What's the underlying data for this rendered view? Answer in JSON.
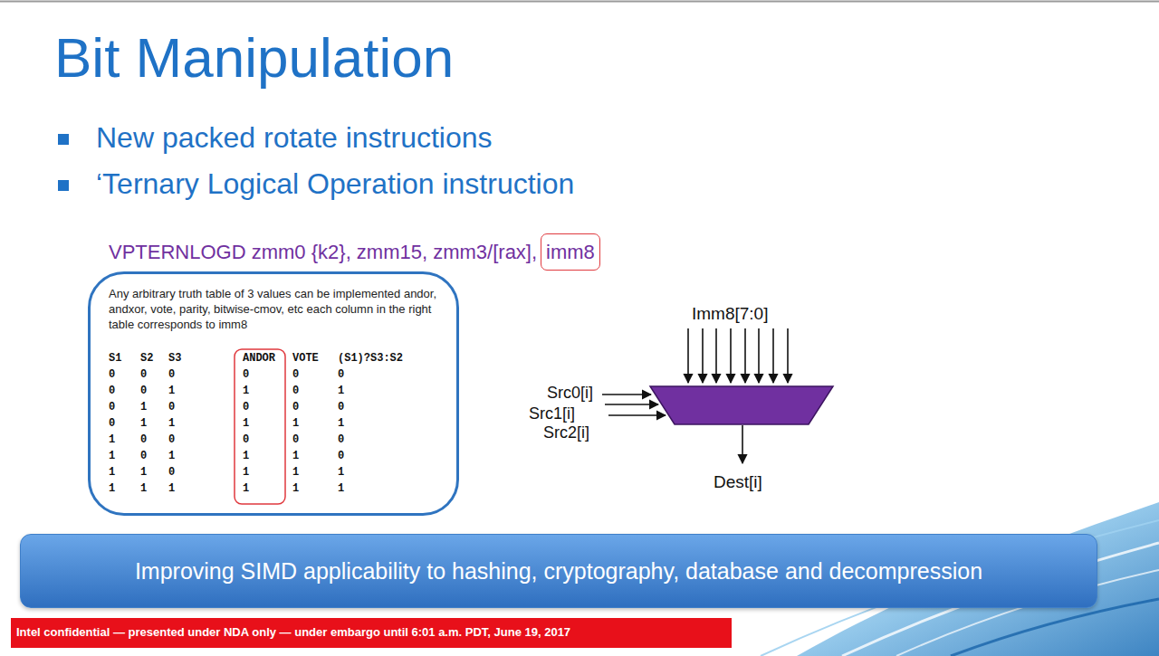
{
  "diagram": {
    "title": "Bit Manipulation",
    "nodes": [
      {
        "text": [
          "imm8"
        ]
      },
      {
        "text": [
          "Any arbitrary truth table of 3 values can be implemented andor, andxor, vote, parity, bitwise-cmov, etc each column in the right table corresponds to imm8"
        ]
      },
      {
        "text": [
          "Improving SIMD applicability to hashing, cryptography, database and decompression"
        ]
      },
      {
        "text": [
          "Intel confidential — presented under NDA only — under embargo until 6:01 a.m. PDT, June 19, 2017"
        ]
      }
    ],
    "labels": [
      "New packed rotate instructions",
      "‘Ternary Logical Operation instruction",
      "VPTERNLOGD zmm0 {k2}, zmm15, zmm3/[rax],",
      "S1",
      "S2",
      "S3",
      "ANDOR",
      "VOTE",
      "(S1)?S3:S2",
      "0",
      "0",
      "0",
      "0",
      "0",
      "0",
      "0",
      "0",
      "1",
      "1",
      "0",
      "1",
      "0",
      "1",
      "0",
      "0",
      "0",
      "0",
      "0",
      "1",
      "1",
      "1",
      "1",
      "1",
      "1",
      "0",
      "0",
      "0",
      "0",
      "0",
      "1",
      "0",
      "1",
      "1",
      "1",
      "0",
      "1",
      "1",
      "0",
      "1",
      "1",
      "1",
      "1",
      "1",
      "1",
      "1",
      "1",
      "1",
      "Imm8[7:0]",
      "Src0[i]",
      "Src1[i]",
      "Src2[i]",
      "Dest[i]"
    ]
  }
}
